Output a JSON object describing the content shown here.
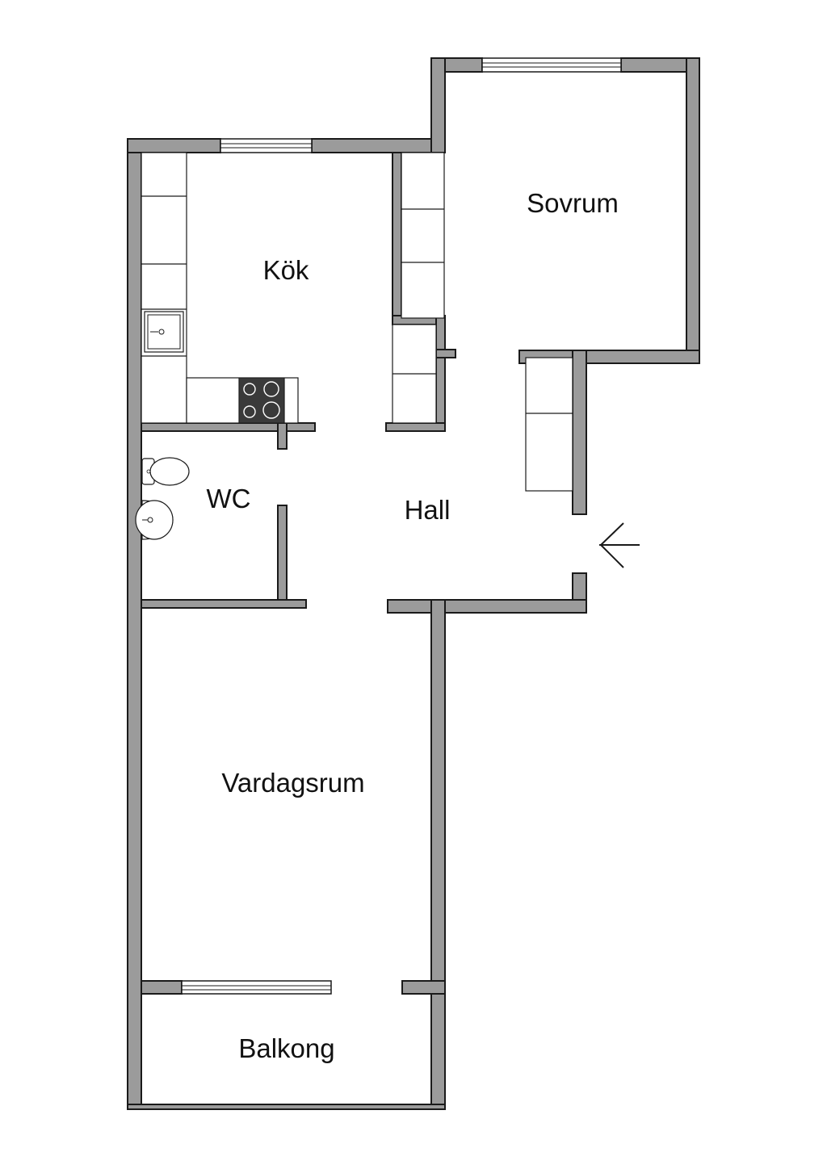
{
  "rooms": {
    "kitchen": "Kök",
    "bedroom": "Sovrum",
    "wc": "WC",
    "hall": "Hall",
    "living_room": "Vardagsrum",
    "balcony": "Balkong"
  },
  "icons": {
    "entrance": "arrow-left-icon",
    "stove": "stove-icon",
    "sink": "sink-icon",
    "toilet": "toilet-icon",
    "washbasin": "washbasin-icon"
  },
  "colors": {
    "wall_fill": "#9b9b9b",
    "outline": "#1a1a1a",
    "stove": "#3a3a3a",
    "background": "#ffffff"
  }
}
